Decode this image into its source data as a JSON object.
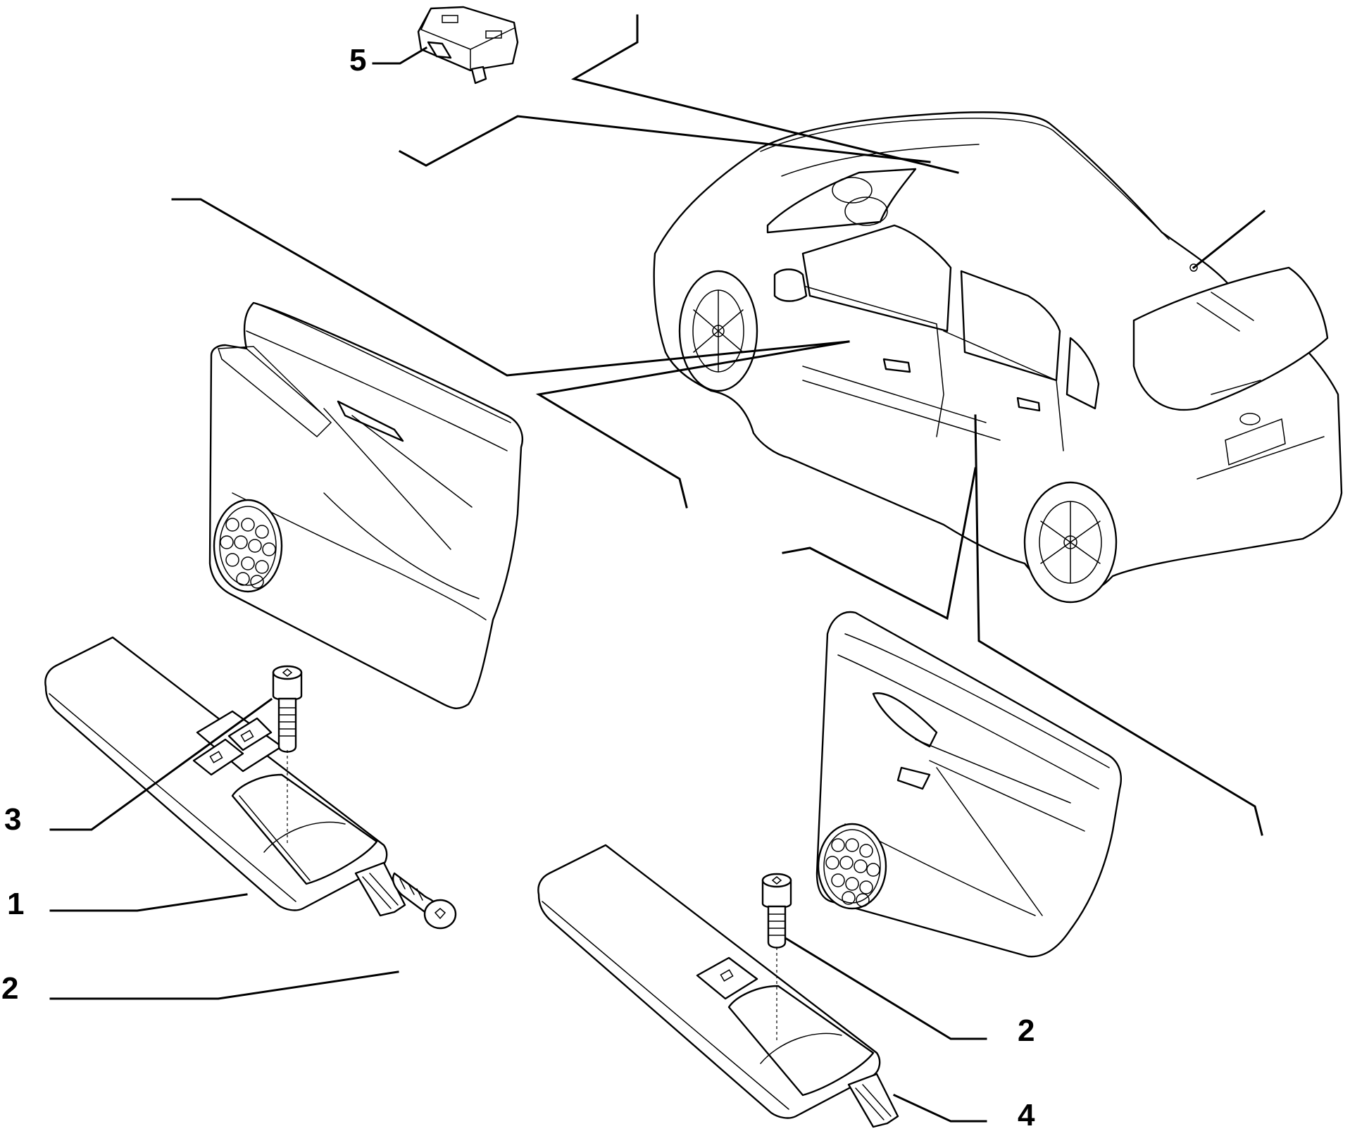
{
  "diagram": {
    "callouts": [
      {
        "id": "1",
        "text": "1"
      },
      {
        "id": "2a",
        "text": "2"
      },
      {
        "id": "2b",
        "text": "2"
      },
      {
        "id": "3",
        "text": "3"
      },
      {
        "id": "4",
        "text": "4"
      },
      {
        "id": "5",
        "text": "5"
      }
    ]
  }
}
